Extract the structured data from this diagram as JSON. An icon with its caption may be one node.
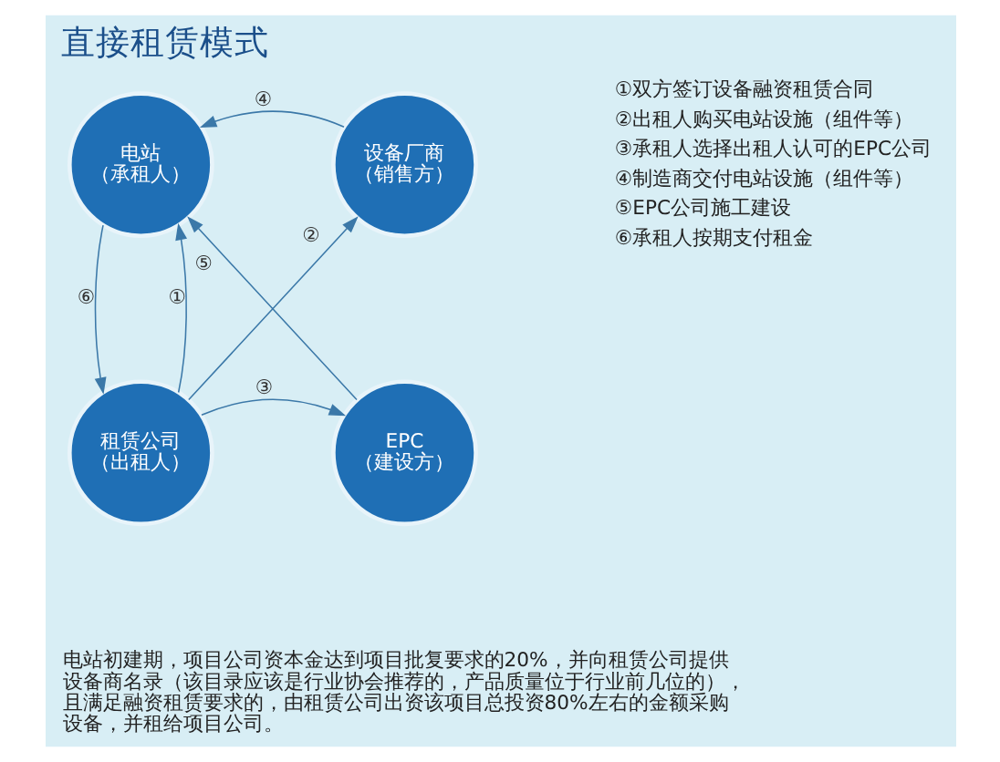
{
  "diagram": {
    "title": "直接租赁模式",
    "nodes": [
      {
        "text": [
          "电站（承租人）"
        ]
      },
      {
        "text": [
          "设备厂商（销售方）"
        ]
      },
      {
        "text": [
          "租赁公司（出租人）"
        ]
      },
      {
        "text": [
          "EPC（建设方）"
        ]
      }
    ],
    "edges": [
      {
        "from": 2,
        "to": 0,
        "arrow": "to",
        "label": "①"
      },
      {
        "from": 2,
        "to": 1,
        "arrow": "to",
        "label": "②"
      },
      {
        "from": 2,
        "to": 3,
        "arrow": "to",
        "label": "③"
      },
      {
        "from": 1,
        "to": 0,
        "arrow": "to",
        "label": "④"
      },
      {
        "from": 3,
        "to": 0,
        "arrow": "to",
        "label": "⑤"
      },
      {
        "from": 0,
        "to": 2,
        "arrow": "to",
        "label": "⑥"
      }
    ],
    "labels": [
      "①双方签订设备融资租赁合同",
      "②出租人购买电站设施（组件等）",
      "③承租人选择出租人认可的EPC公司",
      "④制造商交付电站设施（组件等）",
      "⑤EPC公司施工建设",
      "⑥承租人按期支付租金",
      "电站初建期，项目公司资本金达到项目批复要求的20%，并向租赁公司提供设备商名录（该目录应该是行业协会推荐的，产品质量位于行业前几位的），且满足融资租赁要求的，由租赁公司出资该项目总投资80%左右的金额采购设备，并租给项目公司。"
    ]
  }
}
